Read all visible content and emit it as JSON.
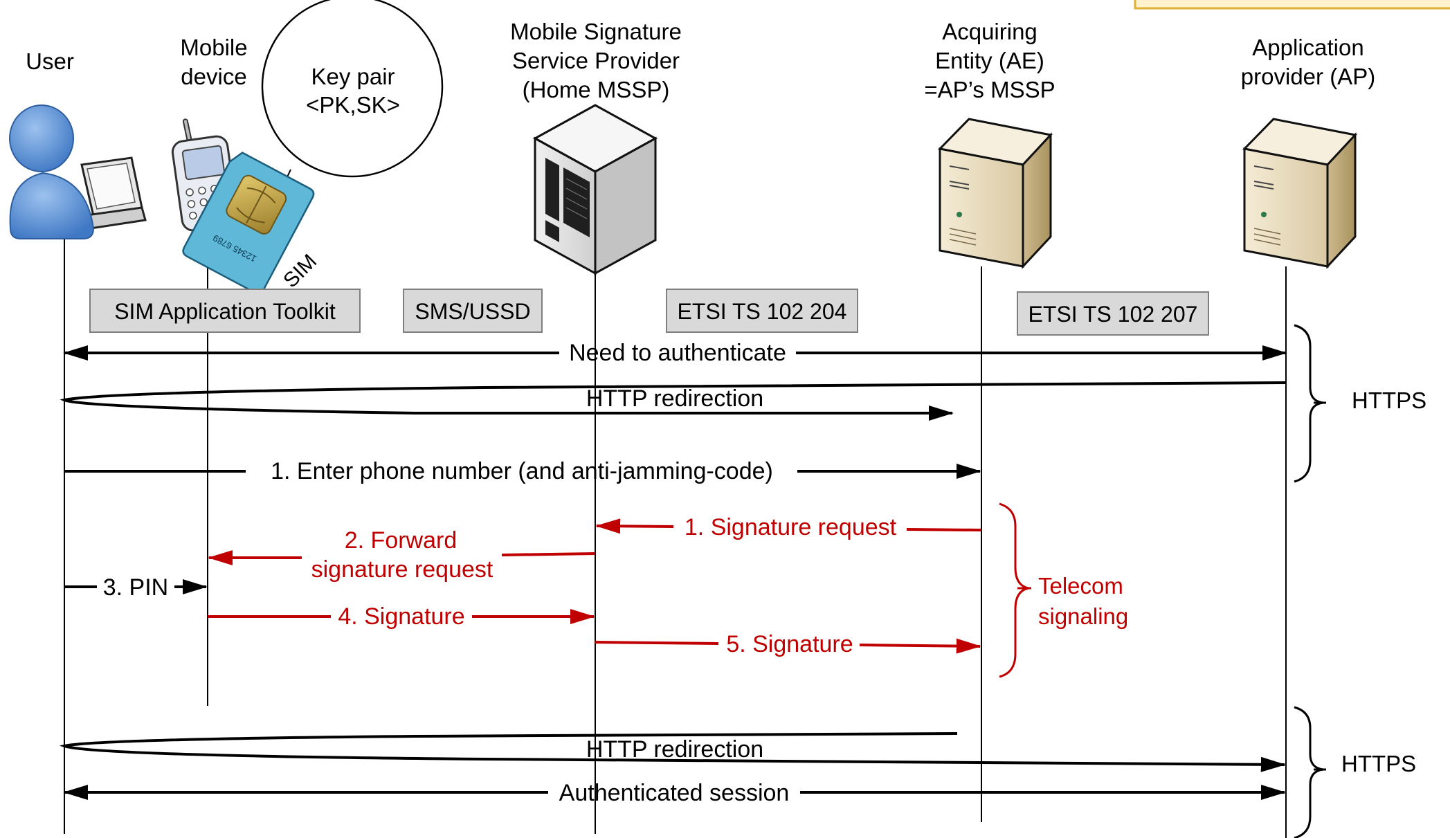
{
  "colors": {
    "black": "#000000",
    "red": "#c00000",
    "protocol_box_fill": "#d9d9d9",
    "protocol_box_stroke": "#7f7f7f",
    "user_icon": "#5b8fd3",
    "sim_card": "#5fb8d8",
    "note_fill": "#fff2cc",
    "note_stroke": "#e0b030"
  },
  "actors": {
    "user": "User",
    "mobile_device": [
      "Mobile",
      "device"
    ],
    "mssp": [
      "Mobile Signature",
      "Service Provider",
      "(Home MSSP)"
    ],
    "ae": [
      "Acquiring",
      "Entity (AE)",
      "=AP’s MSSP"
    ],
    "ap": [
      "Application",
      "provider (AP)"
    ]
  },
  "key_bubble": [
    "Key pair",
    "<PK,SK>"
  ],
  "sim_label": "SIM",
  "sim_card_number": "12345 6789",
  "protocols": {
    "sat": "SIM Application Toolkit",
    "sms": "SMS/USSD",
    "etsi204": "ETSI TS 102 204",
    "etsi207": "ETSI TS 102 207"
  },
  "messages": {
    "need_auth": "Need to authenticate",
    "http_redirect_1": "HTTP redirection",
    "enter_phone": "1. Enter phone number (and anti-jamming-code)",
    "sig_request": "1. Signature request",
    "forward_sig": [
      "2. Forward",
      "signature request"
    ],
    "pin": "3. PIN",
    "signature_4": "4. Signature",
    "signature_5": "5. Signature",
    "http_redirect_2": "HTTP redirection",
    "auth_session": "Authenticated session"
  },
  "groups": {
    "https_1": "HTTPS",
    "telecom": [
      "Telecom",
      "signaling"
    ],
    "https_2": "HTTPS"
  }
}
